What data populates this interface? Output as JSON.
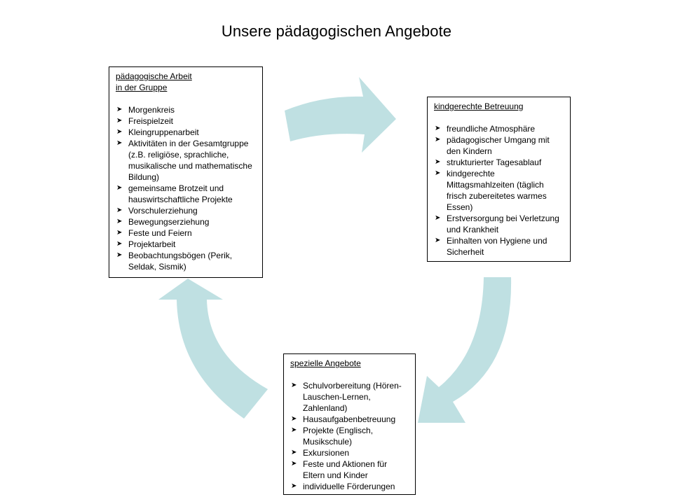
{
  "title": "Unsere pädagogischen Angebote",
  "colors": {
    "arrow": "#bfe0e2",
    "border": "#000000",
    "text": "#000000"
  },
  "bullet_icon": "arrowhead-bullet-icon",
  "boxes": {
    "group_work": {
      "title_lines": [
        "pädagogische Arbeit",
        "in der Gruppe"
      ],
      "items": [
        "Morgenkreis",
        "Freispielzeit",
        "Kleingruppenarbeit",
        "Aktivitäten in der Gesamtgruppe (z.B. religiöse, sprachliche, musikalische und mathematische Bildung)",
        "gemeinsame Brotzeit und hauswirtschaftliche Projekte",
        "Vorschulerziehung",
        "Bewegungserziehung",
        "Feste und Feiern",
        "Projektarbeit",
        "Beobachtungsbögen (Perik, Seldak, Sismik)"
      ]
    },
    "child_care": {
      "title_lines": [
        "kindgerechte Betreuung"
      ],
      "items": [
        "freundliche Atmosphäre",
        "pädagogischer Umgang mit den Kindern",
        "strukturierter Tagesablauf",
        "kindgerechte Mittagsmahlzeiten (täglich frisch zubereitetes warmes Essen)",
        "Erstversorgung bei Verletzung und Krankheit",
        "Einhalten von Hygiene und Sicherheit"
      ]
    },
    "special_offers": {
      "title_lines": [
        "spezielle Angebote"
      ],
      "items": [
        "Schulvorbereitung (Hören-Lauschen-Lernen, Zahlenland)",
        "Hausaufgabenbetreuung",
        "Projekte (Englisch, Musikschule)",
        "Exkursionen",
        "Feste und Aktionen für Eltern und Kinder",
        "individuelle Förderungen"
      ]
    }
  }
}
